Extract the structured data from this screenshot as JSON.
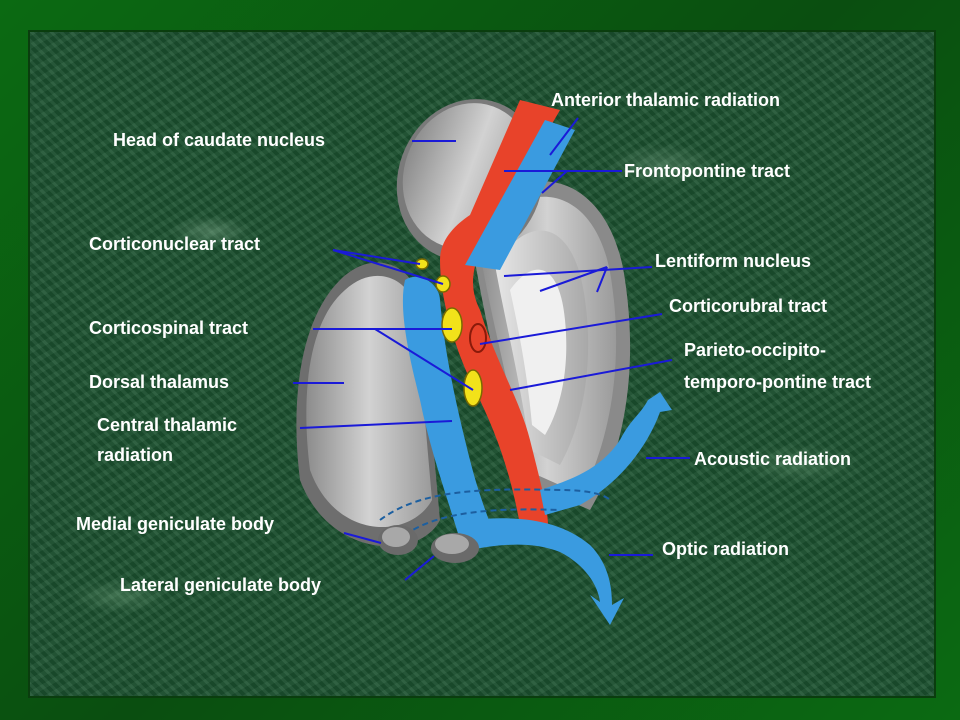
{
  "labels": {
    "head_caudate": "Head of caudate nucleus",
    "anterior_thalamic": "Anterior thalamic radiation",
    "frontopontine": "Frontopontine tract",
    "corticonuclear": "Corticonuclear tract",
    "lentiform": "Lentiform nucleus",
    "corticorubral": "Corticorubral tract",
    "corticospinal": "Corticospinal tract",
    "parieto_line1": "Parieto-occipito-",
    "parieto_line2": "temporo-pontine tract",
    "dorsal_thalamus": "Dorsal  thalamus",
    "central_line1": "Central thalamic",
    "central_line2": "radiation",
    "acoustic": "Acoustic radiation",
    "medial_geniculate": "Medial geniculate body",
    "optic": "Optic radiation",
    "lateral_geniculate": "Lateral geniculate body"
  },
  "colors": {
    "leader_line": "#1a1ad8",
    "motor_tract": "#e8432a",
    "sensory_radiation": "#3a9be0",
    "nucleus_gray": "#c4c4c4",
    "fiber_yellow": "#f2e21a"
  }
}
